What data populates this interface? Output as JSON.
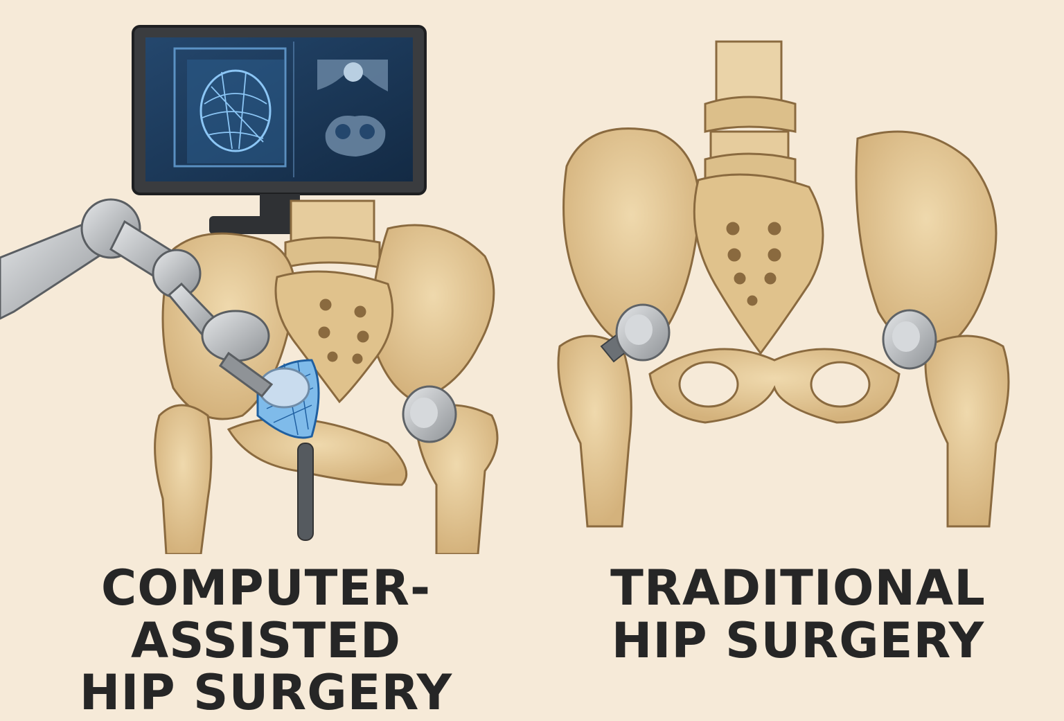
{
  "left": {
    "caption_line1": "COMPUTER-ASSISTED",
    "caption_line2": "HIP SURGERY"
  },
  "right": {
    "caption_line1": "TRADITIONAL",
    "caption_line2": "HIP SURGERY"
  },
  "colors": {
    "background": "#f6ead8",
    "bone": "#e3c796",
    "bone_shadow": "#c9a46e",
    "outline": "#8a6a3f",
    "implant": "#b8bcc0",
    "robot": "#a9adb1",
    "monitor_frame": "#3a3c3f",
    "screen": "#1c3a5c",
    "guide_blue": "#4d9be0",
    "text": "#262626"
  },
  "icons": [
    "computer-monitor-icon",
    "robotic-arm-icon",
    "pelvis-icon",
    "hip-implant-icon"
  ]
}
